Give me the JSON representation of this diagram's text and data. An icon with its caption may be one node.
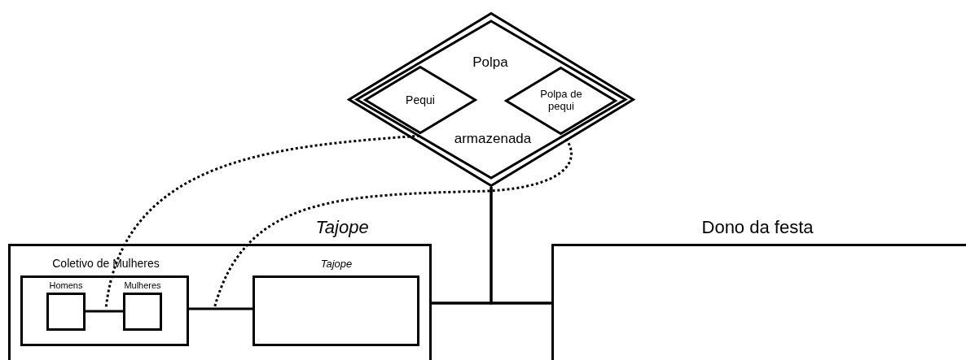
{
  "diagram": {
    "nodes": [
      {
        "text": [
          "Polpa",
          "armazenada"
        ]
      },
      {
        "text": [
          "Pequi"
        ],
        "in": 0
      },
      {
        "text": [
          "Polpa de pequi"
        ],
        "in": 0
      },
      {
        "text": [
          "Tajope"
        ]
      },
      {
        "text": [
          "Coletivo de Mulheres"
        ],
        "in": 3
      },
      {
        "text": [
          "Homens"
        ],
        "in": 4
      },
      {
        "text": [
          "Mulheres"
        ],
        "in": 4
      },
      {
        "text": [
          "Tajope"
        ],
        "in": 3
      },
      {
        "text": [
          "Dono da festa"
        ]
      }
    ],
    "edges": [
      {
        "from": 5,
        "to": 6,
        "arrow": "none"
      },
      {
        "from": 4,
        "to": 7,
        "arrow": "none"
      },
      {
        "from": 3,
        "to": 8,
        "arrow": "none"
      },
      {
        "from": 0,
        "to": 3,
        "arrow": "none"
      },
      {
        "from": 0,
        "to": 8,
        "arrow": "none"
      },
      {
        "from": 1,
        "to": null,
        "arrow": "none",
        "style": "dashed"
      },
      {
        "from": 2,
        "to": null,
        "arrow": "none",
        "style": "dashed"
      }
    ]
  }
}
